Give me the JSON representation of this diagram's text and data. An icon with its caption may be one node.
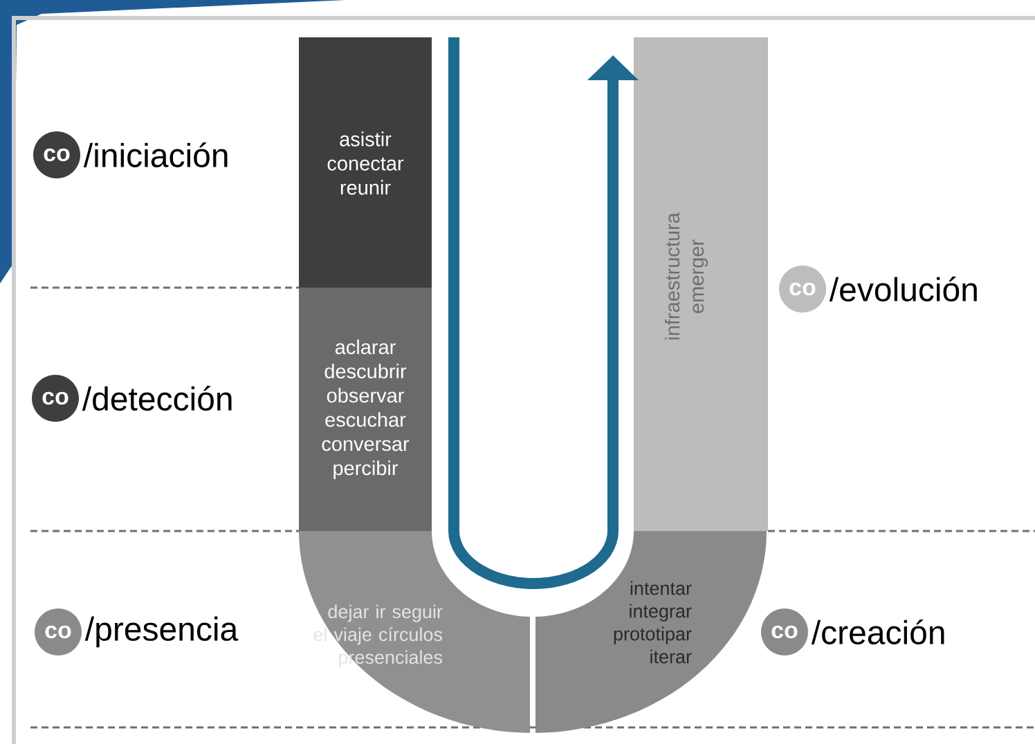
{
  "diagram": {
    "nodes": [
      {
        "text": [
          "co"
        ],
        "beside": [
          "/iniciación"
        ]
      },
      {
        "text": [
          "asistir conectar reunir"
        ]
      },
      {
        "text": [
          "infraestructura emerger"
        ]
      },
      {
        "text": [
          "co"
        ],
        "beside": [
          "/evolución"
        ]
      },
      {
        "text": [
          "co"
        ],
        "beside": [
          "/detección"
        ]
      },
      {
        "text": [
          "aclarar descubrir observar escuchar conversar percibir"
        ]
      },
      {
        "text": [
          "co"
        ],
        "beside": [
          "/presencia"
        ]
      },
      {
        "text": [
          "dejar ir seguir el viaje círculos presenciales"
        ]
      },
      {
        "text": [
          "intentar integrar prototipar iterar"
        ]
      },
      {
        "text": [
          "co"
        ],
        "beside": [
          "/creación"
        ]
      }
    ]
  }
}
